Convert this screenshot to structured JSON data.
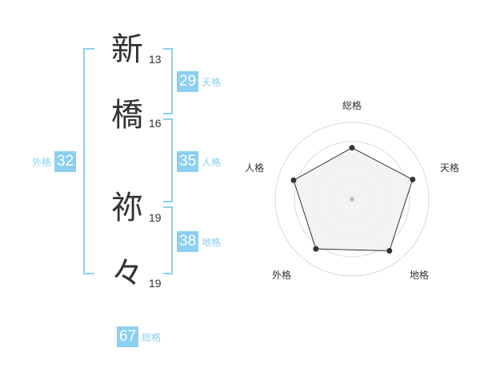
{
  "name": {
    "chars": [
      {
        "char": "新",
        "strokes": "13"
      },
      {
        "char": "橋",
        "strokes": "16"
      },
      {
        "char": "祢",
        "strokes": "19"
      },
      {
        "char": "々",
        "strokes": "19"
      }
    ]
  },
  "fortune": {
    "tenkaku": {
      "value": "29",
      "label": "天格"
    },
    "jinkaku": {
      "value": "35",
      "label": "人格"
    },
    "chikaku": {
      "value": "38",
      "label": "地格"
    },
    "gaikaku": {
      "value": "32",
      "label": "外格"
    },
    "soukaku": {
      "value": "67",
      "label": "総格"
    }
  },
  "radar": {
    "axes": [
      "総格",
      "天格",
      "地格",
      "外格",
      "人格"
    ],
    "levels": 4,
    "values": [
      0.67,
      0.83,
      0.83,
      0.8,
      0.8
    ],
    "colors": {
      "fill": "#f1f1f1",
      "ring": "#d9d9d9",
      "line": "#333333",
      "center": "#bbbbbb"
    }
  },
  "colors": {
    "accent": "#8ccff0",
    "text": "#333333"
  }
}
